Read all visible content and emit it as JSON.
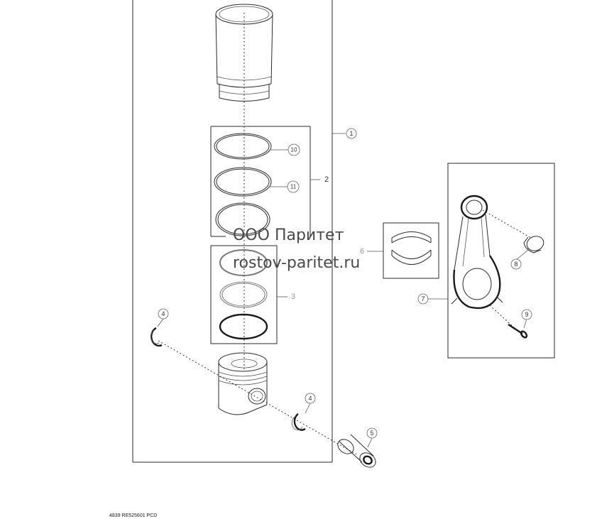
{
  "callouts": {
    "c1": "1",
    "c2": "2",
    "c3": "3",
    "c4a": "4",
    "c4b": "4",
    "c5": "5",
    "c6": "6",
    "c7": "7",
    "c8": "8",
    "c9": "9",
    "c10": "10",
    "c11": "11"
  },
  "watermark": {
    "line1": "ООО Паритет",
    "line2": "rostov-paritet.ru"
  },
  "footer": {
    "code": "4839  RE525601  PCD"
  },
  "icons": [
    "cylinder-liner-icon",
    "o-ring-icon",
    "piston-ring-icon",
    "piston-icon",
    "snap-ring-icon",
    "piston-pin-icon",
    "bearing-shell-icon",
    "connecting-rod-icon",
    "rod-bushing-icon",
    "rod-bolt-icon"
  ]
}
